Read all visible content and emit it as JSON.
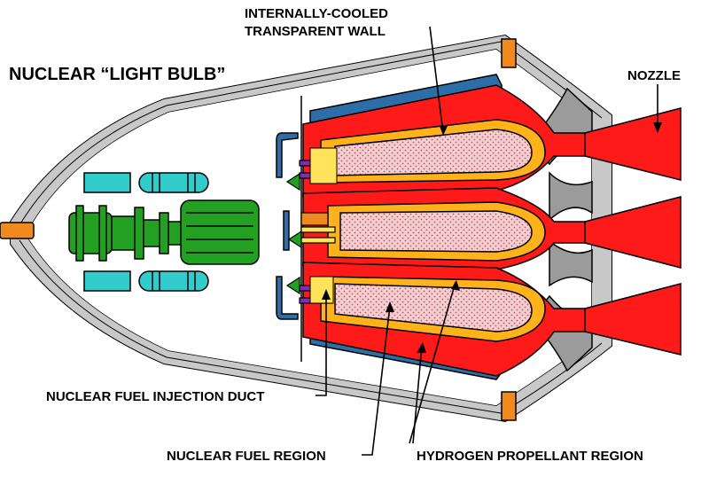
{
  "title": "NUCLEAR “LIGHT BULB”",
  "labels": {
    "wall_line1": "INTERNALLY-COOLED",
    "wall_line2": "TRANSPARENT WALL",
    "nozzle": "NOZZLE",
    "injection_duct": "NUCLEAR FUEL INJECTION DUCT",
    "fuel_region": "NUCLEAR FUEL REGION",
    "hydrogen_region": "HYDROGEN PROPELLANT REGION"
  },
  "colors": {
    "hull": "#c8c8c8",
    "outline": "#000000",
    "turbopump": "#22a022",
    "tank": "#33cccc",
    "coolant_pipe": "#2e6ea8",
    "hydrogen_region": "#ff1a1a",
    "transparent_wall": "#ffb21a",
    "fuel_core": "#f3cfd2",
    "fuel_dots": "#c8505a",
    "nozzle": "#ff1a1a",
    "mount": "#f08a1e",
    "injector": "#7b2fb5",
    "struts": "#9b9b9b"
  }
}
